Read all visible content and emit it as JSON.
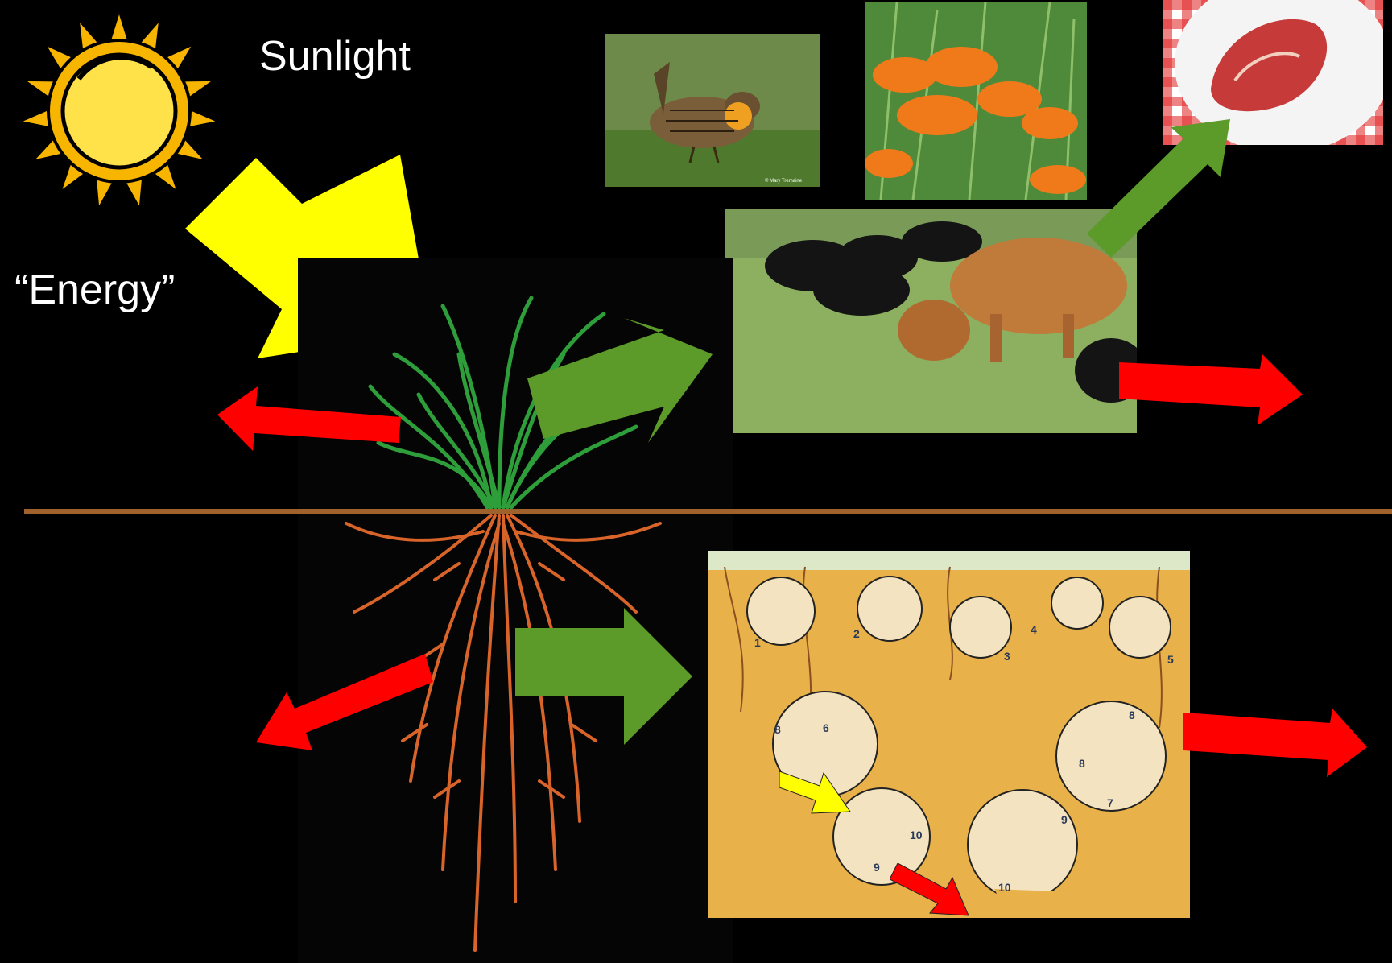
{
  "labels": {
    "sunlight": "Sunlight",
    "energy": "“Energy”"
  },
  "images": {
    "bird": "prairie-chicken-photo",
    "flowers": "butterfly-milkweed-photo",
    "steak": "steak-on-plate-photo",
    "cattle": "grazing-cattle-photo",
    "plant": "grass-plant-with-roots",
    "soil": "soil-food-web-illustration"
  },
  "soil_numbers": [
    "1",
    "2",
    "3",
    "4",
    "5",
    "6",
    "7",
    "8",
    "8",
    "8",
    "9",
    "9",
    "10",
    "10"
  ],
  "bird_credit": "© Mary Tremaine",
  "colors": {
    "background": "#000000",
    "sun": "#F7B500",
    "sunlight_arrow": "#FFFF00",
    "transfer_arrow": "#5C9A2A",
    "loss_arrow": "#FF0000",
    "ground_line": "#A0622D",
    "roots": "#D8642A",
    "grass": "#2E9E3A"
  }
}
